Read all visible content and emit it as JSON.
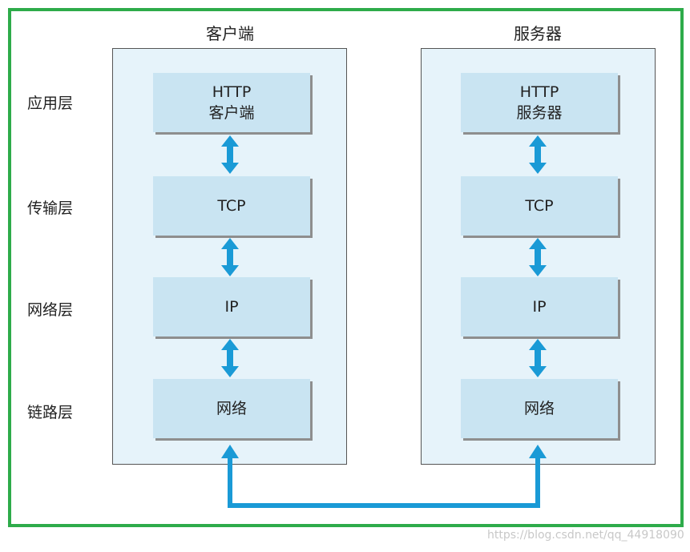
{
  "columns": {
    "client_title": "客户端",
    "server_title": "服务器"
  },
  "layers": {
    "application": "应用层",
    "transport": "传输层",
    "network": "网络层",
    "link": "链路层"
  },
  "client_stack": {
    "app_line1": "HTTP",
    "app_line2": "客户端",
    "transport": "TCP",
    "network": "IP",
    "link": "网络"
  },
  "server_stack": {
    "app_line1": "HTTP",
    "app_line2": "服务器",
    "transport": "TCP",
    "network": "IP",
    "link": "网络"
  },
  "colors": {
    "frame": "#2eab4a",
    "arrow": "#1a9ad6",
    "box_fill": "#c9e4f2",
    "host_fill": "#e6f3fa"
  },
  "watermark": "https://blog.csdn.net/qq_44918090"
}
